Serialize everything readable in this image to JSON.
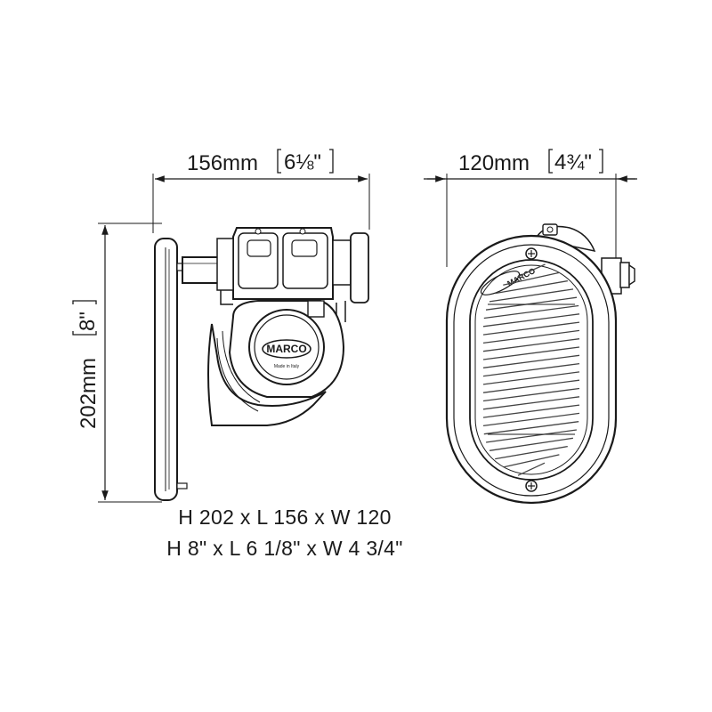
{
  "dimensions": {
    "length": {
      "value": "156mm",
      "imperial": "6⅛\""
    },
    "width": {
      "value": "120mm",
      "imperial": "4¾\""
    },
    "height": {
      "value": "202mm",
      "imperial": "8\""
    }
  },
  "brand": {
    "name": "MARCO",
    "origin": "Made in Italy"
  },
  "summary": {
    "metric": "H 202 x L 156 x W 120",
    "imperial": "H 8\" x L 6 1/8\" x W 4 3/4\""
  },
  "colors": {
    "ink": "#1a1a1a",
    "grille": "#444444",
    "background": "#ffffff"
  }
}
